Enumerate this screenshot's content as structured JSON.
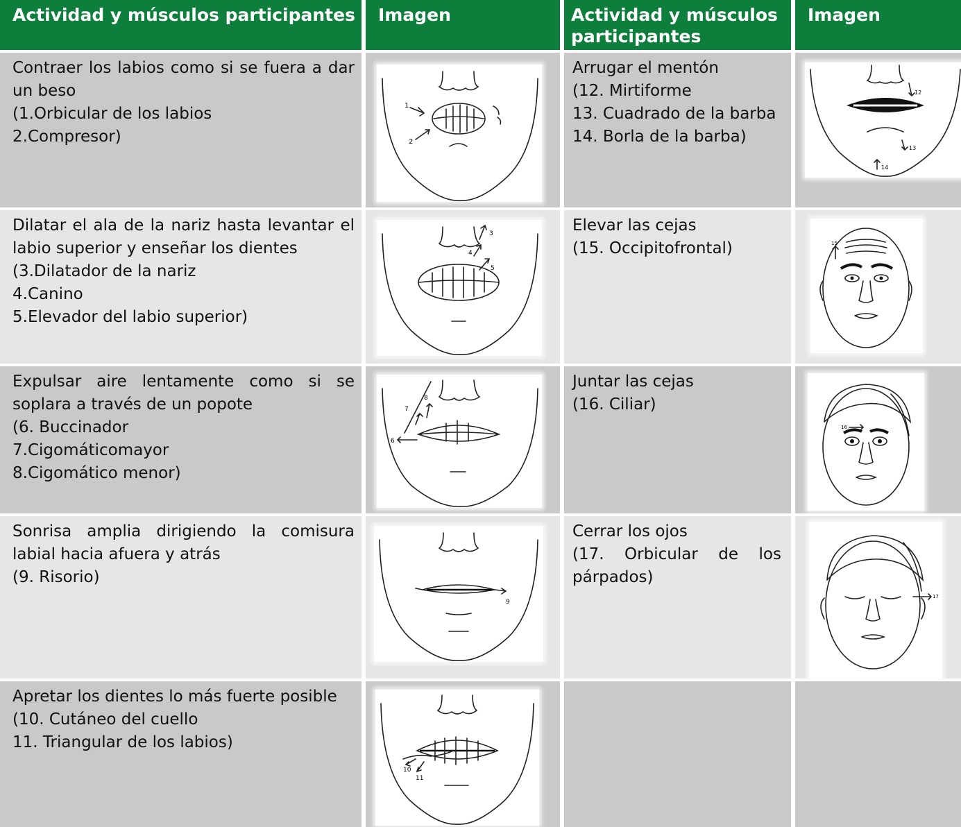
{
  "headers": {
    "col1": "Actividad y músculos participantes",
    "col2": "Imagen",
    "col3": "Actividad y músculos participantes",
    "col4": "Imagen"
  },
  "rows": [
    {
      "left_lines": [
        "Contraer los labios como si se fuera a dar un beso",
        "(1.Orbicular de los labios",
        "2.Compresor)"
      ],
      "left_image": "lips-pucker-diagram",
      "right_lines": [
        "Arrugar el mentón",
        "(12. Mirtiforme",
        "13. Cuadrado de la barba",
        "14. Borla de la barba)"
      ],
      "right_image": "chin-wrinkle-diagram"
    },
    {
      "left_lines": [
        "Dilatar el ala de la nariz hasta levantar el labio superior y enseñar los dientes",
        "(3.Dilatador de la nariz",
        "4.Canino",
        "5.Elevador del labio superior)"
      ],
      "left_image": "nose-dilate-diagram",
      "right_lines": [
        "Elevar las cejas",
        "(15. Occipitofrontal)"
      ],
      "right_image": "raise-eyebrows-face"
    },
    {
      "left_lines": [
        "Expulsar aire lentamente como si se soplara a través de un popote",
        "(6. Buccinador",
        "7.Cigomáticomayor",
        "8.Cigomático menor)"
      ],
      "left_image": "blow-air-diagram",
      "right_lines": [
        "Juntar las cejas",
        "(16. Ciliar)"
      ],
      "right_image": "frown-eyebrows-face"
    },
    {
      "left_lines": [
        "Sonrisa amplia dirigiendo la comisura labial hacia afuera y atrás",
        "(9. Risorio)"
      ],
      "left_image": "wide-smile-diagram",
      "right_lines": [
        "Cerrar los ojos",
        "(17. Orbicular de los párpados)"
      ],
      "right_image": "closed-eyes-face"
    },
    {
      "left_lines": [
        "Apretar los dientes lo más fuerte posible",
        "(10. Cutáneo del cuello",
        "11. Triangular de los labios)"
      ],
      "left_image": "clench-teeth-diagram",
      "right_lines": [],
      "right_image": ""
    }
  ],
  "figure_labels": {
    "pucker": [
      "1",
      "2"
    ],
    "chin": [
      "12",
      "13",
      "14"
    ],
    "nose": [
      "3",
      "4",
      "5"
    ],
    "brows_up": [
      "15"
    ],
    "blow": [
      "6",
      "7",
      "8"
    ],
    "brows_join": [
      "16"
    ],
    "smile": [
      "9"
    ],
    "eyes": [
      "17"
    ],
    "clench": [
      "10",
      "11"
    ]
  },
  "colors": {
    "header_bg": "#0d7e3b",
    "header_text": "#ffffff",
    "cell_dark": "#c9c9c9",
    "cell_light": "#e6e6e6"
  }
}
